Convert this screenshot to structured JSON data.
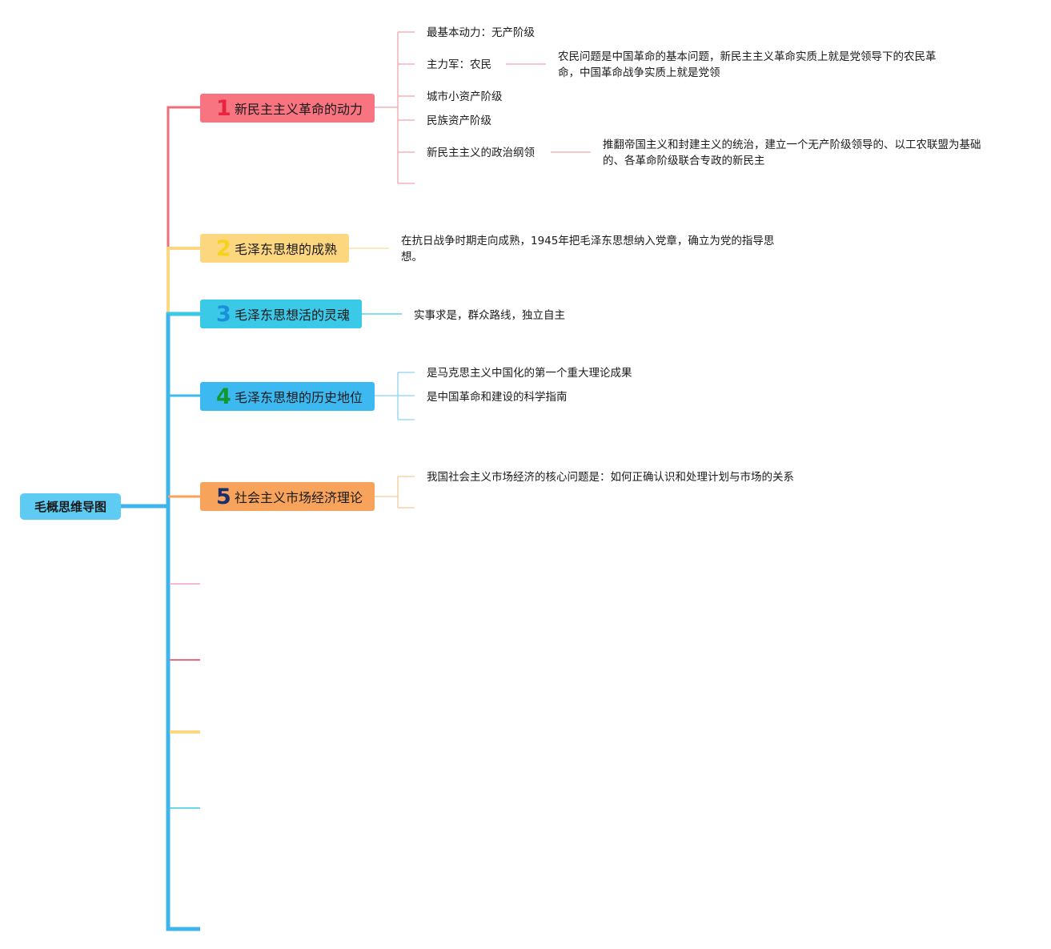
{
  "root": {
    "label": "毛概思维导图"
  },
  "branches": [
    {
      "num": "1",
      "label": "新民主主义革命的动力",
      "color": "#f87480",
      "num_color": "#e8253e",
      "children": [
        {
          "text": "最基本动力：无产阶级"
        },
        {
          "text": "主力军：农民",
          "note": "农民问题是中国革命的基本问题，新民主主义革命实质上就是党领导下的农民革命，中国革命战争实质上就是党领"
        },
        {
          "text": "城市小资产阶级"
        },
        {
          "text": "民族资产阶级"
        },
        {
          "text": "新民主主义的政治纲领",
          "note": "推翻帝国主义和封建主义的统治，建立一个无产阶级领导的、以工农联盟为基础的、各革命阶级联合专政的新民主"
        }
      ]
    },
    {
      "num": "2",
      "label": "毛泽东思想的成熟",
      "color": "#fdd77f",
      "num_color": "#f7d21a",
      "children": [
        {
          "text": "在抗日战争时期走向成熟，1945年把毛泽东思想纳入党章，确立为党的指导思想。"
        }
      ]
    },
    {
      "num": "3",
      "label": "毛泽东思想活的灵魂",
      "color": "#3ac9e6",
      "num_color": "#1b8fd9",
      "children": [
        {
          "text": "实事求是，群众路线，独立自主"
        }
      ]
    },
    {
      "num": "4",
      "label": "毛泽东思想的历史地位",
      "color": "#3db9f2",
      "num_color": "#12982e",
      "children": [
        {
          "text": "是马克思主义中国化的第一个重大理论成果"
        },
        {
          "text": "是中国革命和建设的科学指南"
        }
      ]
    },
    {
      "num": "5",
      "label": "社会主义市场经济理论",
      "color": "#f7a35c",
      "num_color": "#1c2d6e",
      "children": [
        {
          "text": "我国社会主义市场经济的核心问题是：如何正确认识和处理计划与市场的关系"
        }
      ]
    }
  ]
}
